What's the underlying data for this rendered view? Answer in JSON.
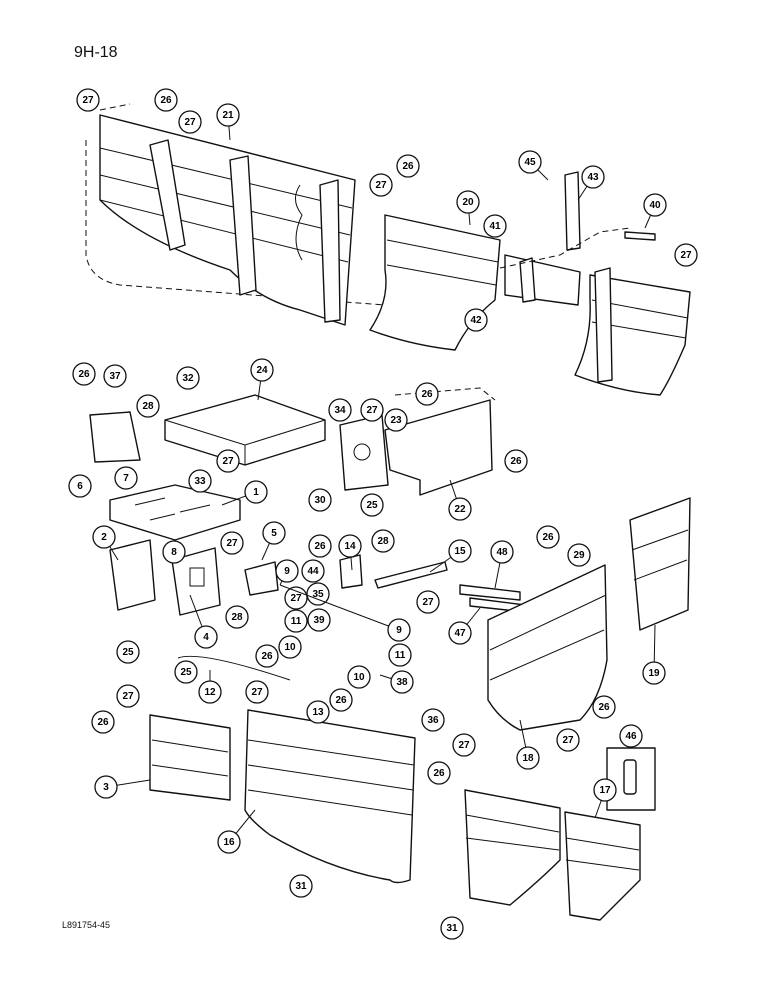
{
  "page": {
    "title": "9H-18",
    "figure_code": "L891754-45"
  },
  "callouts": [
    "1",
    "2",
    "3",
    "4",
    "5",
    "6",
    "7",
    "8",
    "9",
    "10",
    "11",
    "12",
    "13",
    "14",
    "15",
    "16",
    "17",
    "18",
    "19",
    "20",
    "21",
    "22",
    "23",
    "24",
    "25",
    "26",
    "27",
    "28",
    "29",
    "30",
    "31",
    "32",
    "33",
    "34",
    "35",
    "36",
    "37",
    "38",
    "39",
    "40",
    "41",
    "42",
    "43",
    "44",
    "45",
    "46",
    "47",
    "48"
  ]
}
